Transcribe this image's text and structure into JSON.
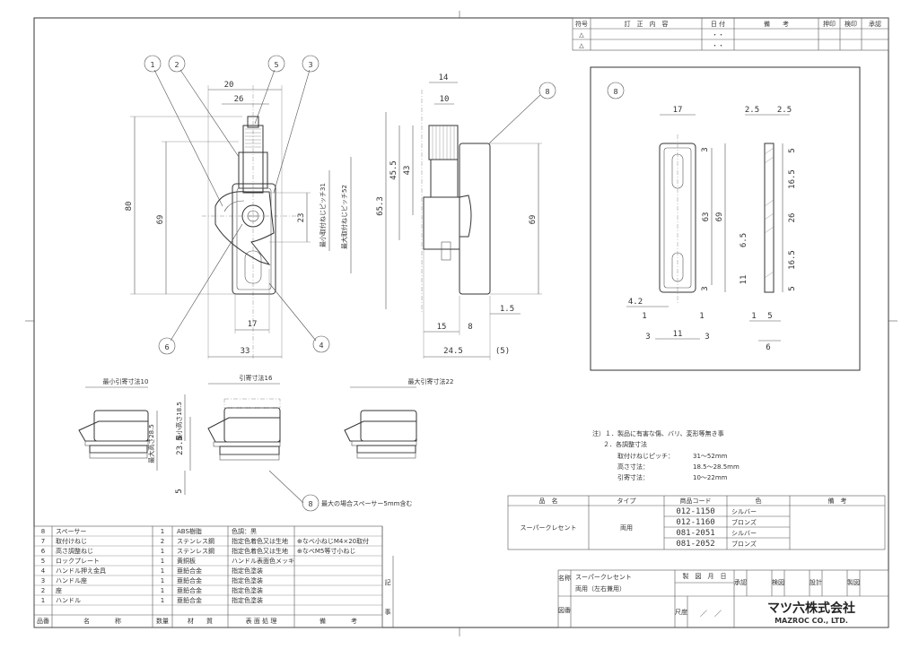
{
  "revision_table": {
    "headers": [
      "符号",
      "訂　正　内　容",
      "日 付",
      "備　　考",
      "押印",
      "検印",
      "承認"
    ],
    "marks": [
      "△",
      "△"
    ],
    "dates": [
      "・・",
      "・・"
    ]
  },
  "callouts": [
    "1",
    "2",
    "3",
    "4",
    "5",
    "6",
    "8"
  ],
  "front_view": {
    "dims": [
      "20",
      "26",
      "80",
      "69",
      "23",
      "17",
      "33"
    ],
    "labels": [
      "最小取付ねじピッチ31",
      "最大取付ねじピッチ52"
    ]
  },
  "side_view": {
    "dims": [
      "14",
      "10",
      "65.3",
      "45.5",
      "43",
      "69",
      "1.5",
      "15",
      "8",
      "24.5",
      "(5)"
    ]
  },
  "spacer_view": {
    "dims": [
      "17",
      "2.5",
      "2.5",
      "3",
      "63",
      "69",
      "6.5",
      "11",
      "3",
      "4.2",
      "1",
      "1",
      "3",
      "11",
      "3",
      "5",
      "16.5",
      "26",
      "16.5",
      "5",
      "1",
      "5",
      "6"
    ]
  },
  "bottom_views": {
    "labels": [
      "最小引寄寸法10",
      "引寄寸法16",
      "最大引寄寸法22",
      "最小高さ18.5",
      "最大高さ28.5"
    ],
    "dims": [
      "23.5",
      "5"
    ],
    "spacer_note": "最大の場合スペーサー5mm含む"
  },
  "notes": {
    "title": "注）１．製品に有害な傷、バリ、変形等無き事",
    "line2": "２．各調整寸法",
    "rows": [
      [
        "取付けねじピッチ：",
        "31～52mm"
      ],
      [
        "高さ寸法：",
        "18.5～28.5mm"
      ],
      [
        "引寄寸法：",
        "10～22mm"
      ]
    ]
  },
  "product_table": {
    "headers": [
      "品　名",
      "タイプ",
      "商品コード",
      "色",
      "備　考"
    ],
    "name": "スーパークレセント",
    "type": "両用",
    "rows": [
      [
        "012-1150",
        "シルバー"
      ],
      [
        "012-1160",
        "ブロンズ"
      ],
      [
        "081-2051",
        "シルバー"
      ],
      [
        "081-2052",
        "ブロンズ"
      ]
    ]
  },
  "parts_list": {
    "headers": [
      "品番",
      "名　　　　称",
      "数量",
      "材　　質",
      "表 面 処 理",
      "備　　　　考"
    ],
    "rows": [
      [
        "8",
        "スペーサー",
        "1",
        "ABS樹脂",
        "色調：黒",
        ""
      ],
      [
        "7",
        "取付けねじ",
        "2",
        "ステンレス鋼",
        "指定色着色又は生地",
        "⊕なべ小ねじM4×20取付"
      ],
      [
        "6",
        "高さ調整ねじ",
        "1",
        "ステンレス鋼",
        "指定色着色又は生地",
        "⊕なべM5等寸小ねじ"
      ],
      [
        "5",
        "ロックプレート",
        "1",
        "黄銅板",
        "ハンドル表面色メッキ",
        ""
      ],
      [
        "4",
        "ハンドル押え金具",
        "1",
        "亜鉛合金",
        "指定色塗装",
        ""
      ],
      [
        "3",
        "ハンドル座",
        "1",
        "亜鉛合金",
        "指定色塗装",
        ""
      ],
      [
        "2",
        "座",
        "1",
        "亜鉛合金",
        "指定色塗装",
        ""
      ],
      [
        "1",
        "ハンドル",
        "1",
        "亜鉛合金",
        "指定色塗装",
        ""
      ]
    ],
    "side_labels": [
      "記",
      "事"
    ]
  },
  "title_block": {
    "name_label": "名称",
    "name_line1": "スーパークレセント",
    "name_line2": "両用（左右兼用）",
    "drawing_no_label": "図番",
    "date_label": "製　図　月　日",
    "approve": "承認",
    "check": "検図",
    "design": "設計",
    "draft": "製図",
    "scale_label": "尺度",
    "date_value": "／　／",
    "company_jp": "マツ六株式会社",
    "company_en": "MAZROC CO., LTD."
  }
}
